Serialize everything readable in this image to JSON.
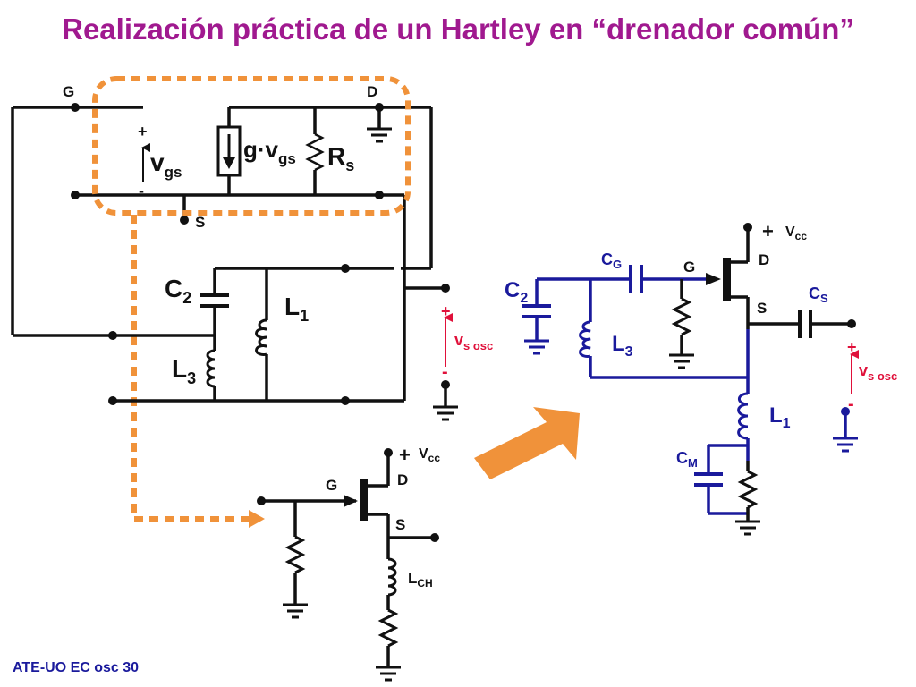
{
  "title": "Realización práctica de un Hartley en “drenador común”",
  "footer": "ATE-UO EC osc 30",
  "colors": {
    "title": "#a0198f",
    "wire": "#111111",
    "blue_circuit": "#1a1a9c",
    "voltage_marks": "#e0103a",
    "highlight": "#f0923a",
    "arrow": "#f0923a",
    "footer": "#1a1a9c"
  },
  "model": {
    "g": "G",
    "d": "D",
    "s": "S",
    "plus": "+",
    "minus": "-",
    "vgs_main": "v",
    "vgs_sub": "gs",
    "gvgs_main": "g·v",
    "gvgs_sub": "gs",
    "rs_main": "R",
    "rs_sub": "s"
  },
  "tank": {
    "c2_main": "C",
    "c2_sub": "2",
    "l1_main": "L",
    "l1_sub": "1",
    "l3_main": "L",
    "l3_sub": "3",
    "plus": "+",
    "minus": "-",
    "vs_main": "v",
    "vs_sub": "s osc"
  },
  "bias": {
    "plus": "+",
    "vcc_main": "V",
    "vcc_sub": "cc",
    "g": "G",
    "d": "D",
    "s": "S",
    "lch_main": "L",
    "lch_sub": "CH"
  },
  "final": {
    "plus": "+",
    "vcc_main": "V",
    "vcc_sub": "cc",
    "cg_main": "C",
    "cg_sub": "G",
    "g": "G",
    "d": "D",
    "s": "S",
    "c2_main": "C",
    "c2_sub": "2",
    "cs_main": "C",
    "cs_sub": "S",
    "l3_main": "L",
    "l3_sub": "3",
    "l1_main": "L",
    "l1_sub": "1",
    "cm_main": "C",
    "cm_sub": "M",
    "vplus": "+",
    "vminus": "-",
    "vs_main": "v",
    "vs_sub": "s osc"
  }
}
